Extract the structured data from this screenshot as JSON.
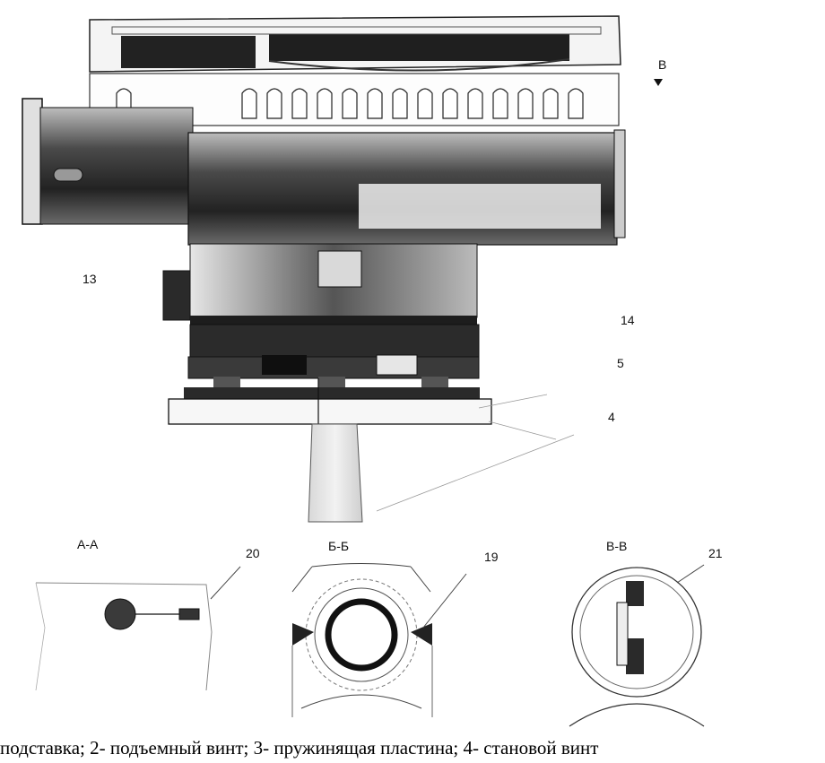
{
  "labels": {
    "sectionB_marker": "В",
    "n13": "13",
    "n14": "14",
    "n5": "5",
    "n4": "4",
    "sectionAA": "А-А",
    "n20": "20",
    "sectionBB": "Б-Б",
    "n19": "19",
    "sectionVV": "В-В",
    "n21": "21"
  },
  "caption": "подставка; 2- подъемный винт; 3- пружинящая пластина; 4- становой винт"
}
